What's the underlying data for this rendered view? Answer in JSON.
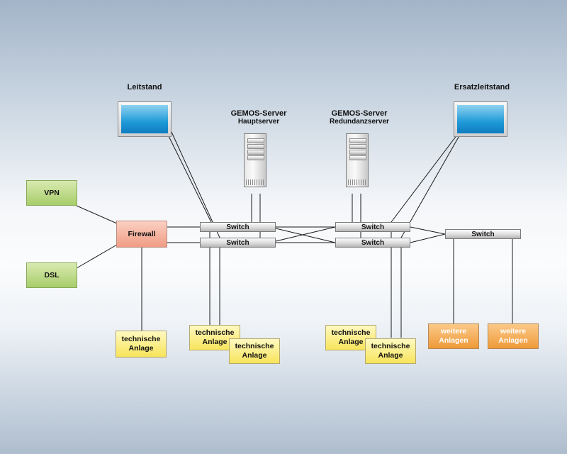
{
  "labels": {
    "leitstand": "Leitstand",
    "ersatzleitstand": "Ersatzleitstand",
    "gemos_server_main": "GEMOS-Server",
    "hauptserver": "Hauptserver",
    "gemos_server_redundant": "GEMOS-Server",
    "redundanzserver": "Redundanzserver"
  },
  "nodes": {
    "vpn": "VPN",
    "dsl": "DSL",
    "firewall": "Firewall",
    "switch_1": "Switch",
    "switch_2": "Switch",
    "switch_3": "Switch",
    "switch_4": "Switch",
    "switch_5": "Switch",
    "tech_1": "technische\nAnlage",
    "tech_2": "technische\nAnlage",
    "tech_3": "technische\nAnlage",
    "tech_4": "technische\nAnlage",
    "tech_5": "technische\nAnlage",
    "weitere_1": "weitere\nAnlagen",
    "weitere_2": "weitere\nAnlagen"
  },
  "icons": {
    "workstation": "monitor-icon",
    "server": "server-tower-icon"
  },
  "colors": {
    "internet_node": "#a8cd6a",
    "firewall": "#f09c84",
    "technische_anlage": "#f7e45a",
    "weitere_anlagen": "#ef9a38",
    "screen": "#1f9ad8"
  }
}
